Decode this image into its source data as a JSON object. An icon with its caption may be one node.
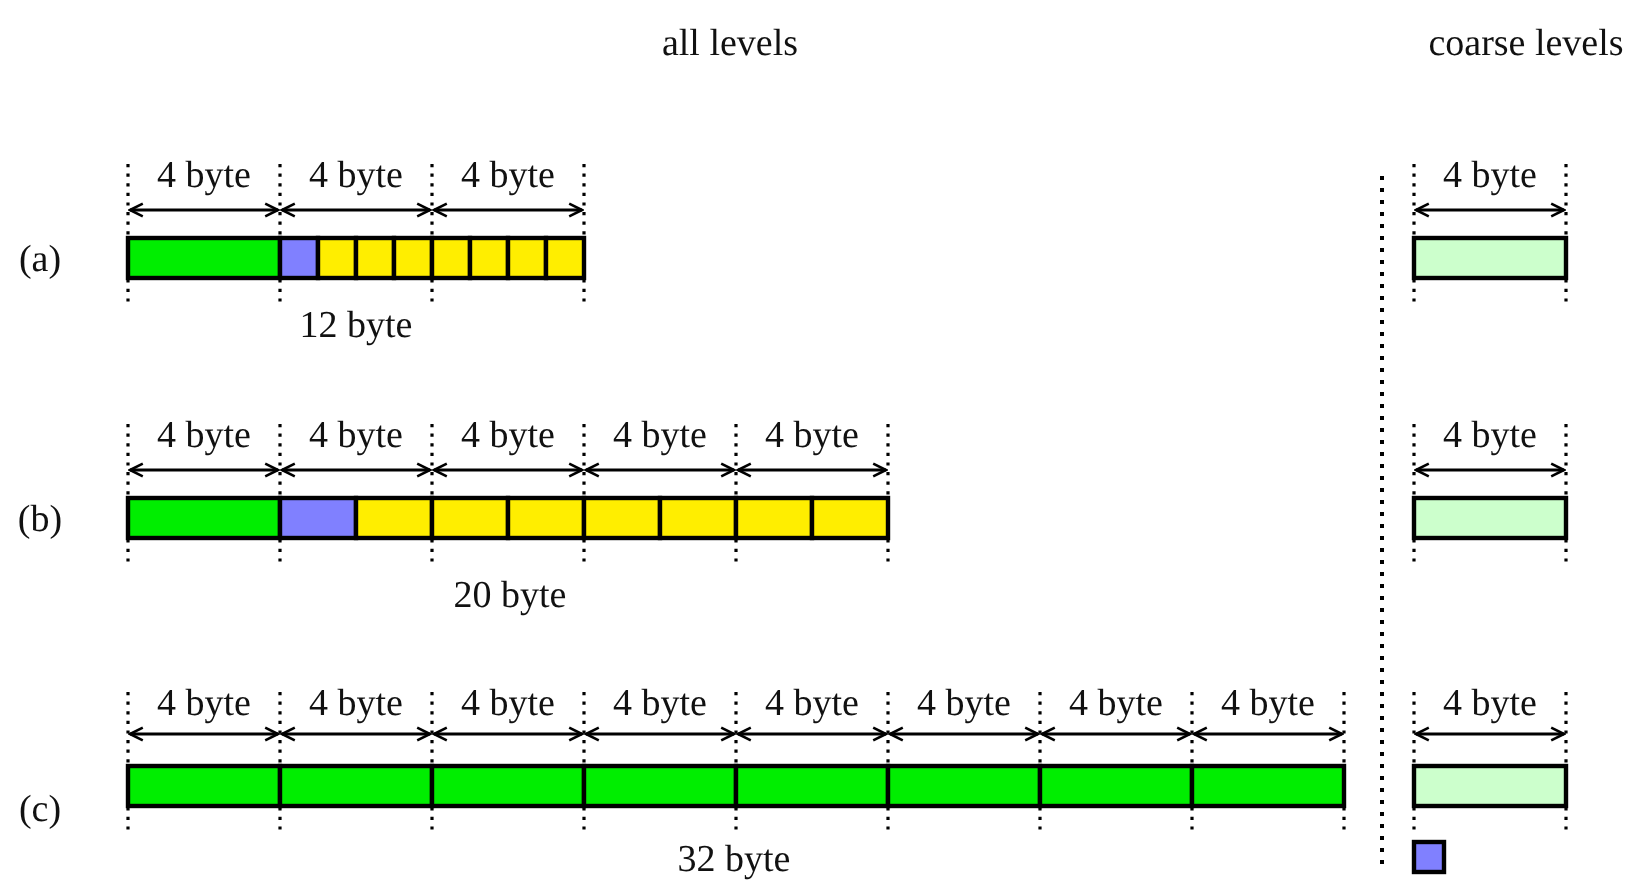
{
  "diagram": {
    "labels": [
      "all levels",
      "coarse levels",
      "4 byte",
      "4 byte",
      "4 byte",
      "4 byte",
      "(a)",
      "12 byte",
      "4 byte",
      "4 byte",
      "4 byte",
      "4 byte",
      "4 byte",
      "4 byte",
      "(b)",
      "20 byte",
      "4 byte",
      "4 byte",
      "4 byte",
      "4 byte",
      "4 byte",
      "4 byte",
      "4 byte",
      "4 byte",
      "4 byte",
      "(c)",
      "32 byte"
    ]
  }
}
